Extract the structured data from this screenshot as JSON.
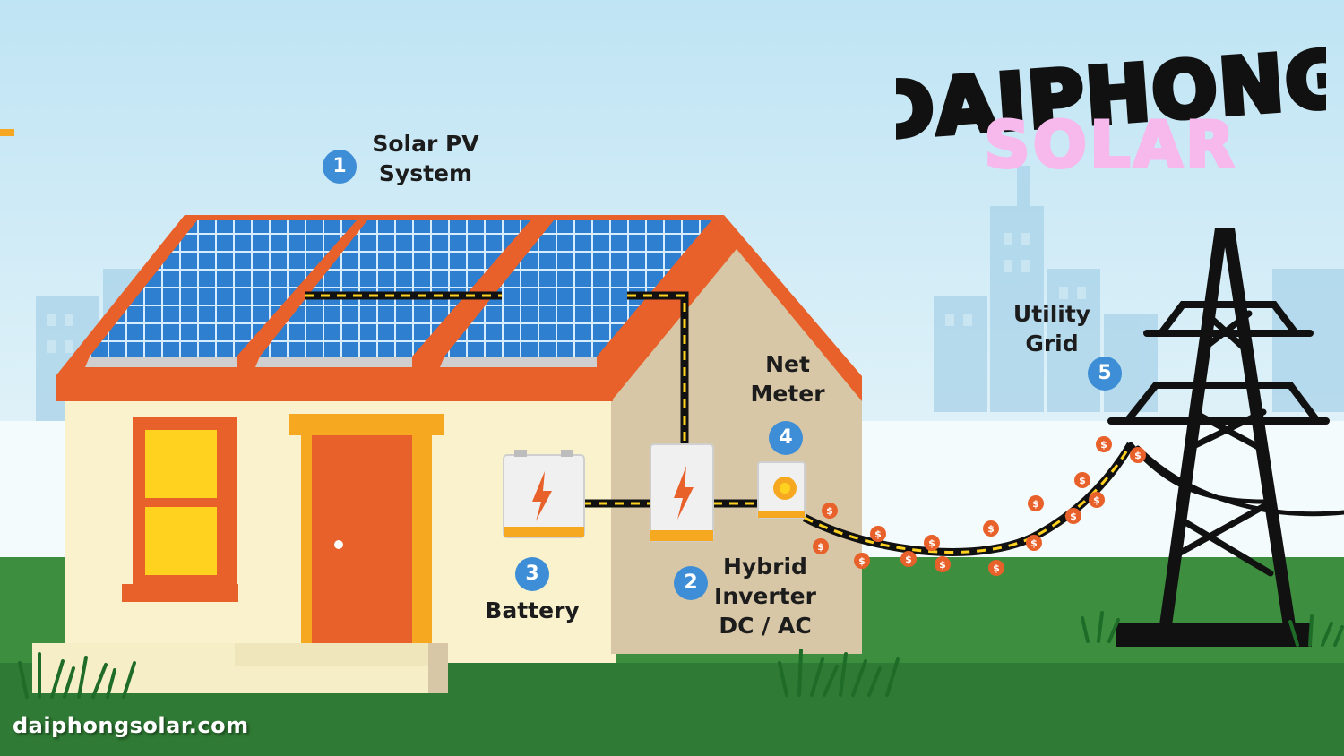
{
  "brand": {
    "line1": "DAIPHONG",
    "line2": "SOLAR",
    "website": "daiphongsolar.com"
  },
  "components": [
    {
      "number": "1",
      "line1": "Solar PV",
      "line2": "System"
    },
    {
      "number": "2",
      "line1": "Hybrid",
      "line2": "Inverter",
      "line3": "DC / AC"
    },
    {
      "number": "3",
      "line1": "Battery"
    },
    {
      "number": "4",
      "line1": "Net",
      "line2": "Meter"
    },
    {
      "number": "5",
      "line1": "Utility",
      "line2": "Grid"
    }
  ],
  "coin_symbol": "$",
  "colors": {
    "sky": "#cde9f5",
    "grass": "#3d8f3f",
    "roof": "#e8602a",
    "wall": "#f9f2cc",
    "panel": "#2f7fd1",
    "badge": "#3d8ed6",
    "brand_dark": "#111111",
    "brand_pink": "#f7b8ec"
  }
}
